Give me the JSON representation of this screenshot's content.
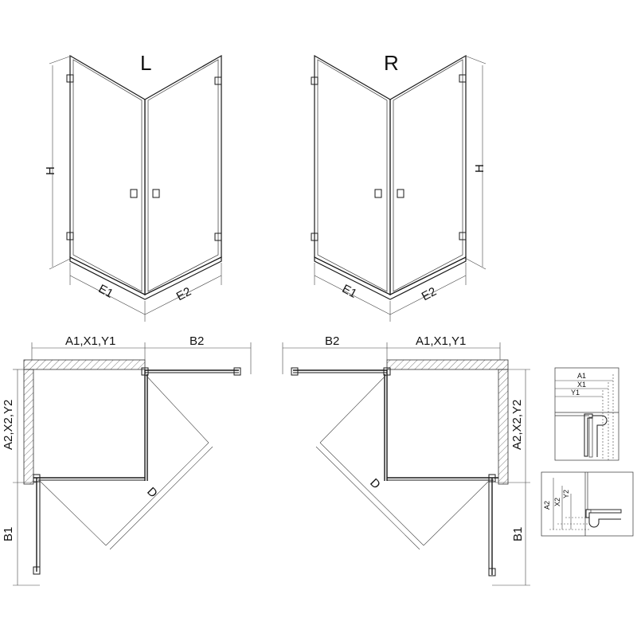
{
  "views": {
    "left_3d_title": "L",
    "right_3d_title": "R"
  },
  "labels_3d": {
    "height": "H",
    "left_width": "E1",
    "right_width": "E2"
  },
  "plan_left": {
    "top_dim": "A1,X1,Y1",
    "top_right_dim": "B2",
    "side_dim": "A2,X2,Y2",
    "bottom_side_dim": "B1",
    "diagonal": "D"
  },
  "plan_right": {
    "top_dim": "A1,X1,Y1",
    "top_left_dim": "B2",
    "side_dim": "A2,X2,Y2",
    "bottom_side_dim": "B1",
    "diagonal": "D"
  },
  "detail_top": {
    "a": "A1",
    "x": "X1",
    "y": "Y1"
  },
  "detail_bottom": {
    "a": "A2",
    "x": "X2",
    "y": "Y2"
  }
}
